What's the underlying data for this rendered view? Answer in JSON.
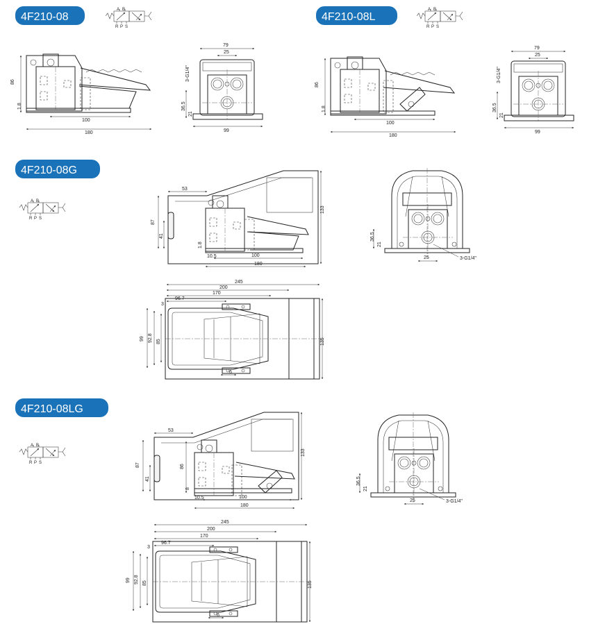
{
  "models": [
    {
      "title": "4F210-08"
    },
    {
      "title": "4F210-08L"
    },
    {
      "title": "4F210-08G"
    },
    {
      "title": "4F210-08LG"
    }
  ],
  "symbol": {
    "A": "A",
    "B": "B",
    "R": "R",
    "P": "P",
    "S": "S"
  },
  "dims": {
    "d79": "79",
    "d25": "25",
    "d99": "99",
    "d100": "100",
    "d180": "180",
    "d86": "86",
    "d87": "87",
    "d41": "41",
    "d53": "53",
    "d133": "133",
    "d36_5": "36.5",
    "d21": "21",
    "d1_8": "1.8",
    "d10_5": "10.5",
    "d8": "8",
    "port": "3-G1/4\"",
    "d245": "245",
    "d200": "200",
    "d170": "170",
    "d96_7": "96.7",
    "d3": "3",
    "d99b": "99",
    "d92_8": "92.8",
    "d85": "85",
    "d135": "135",
    "d6": "6"
  },
  "colors": {
    "accent": "#1a72b9",
    "line": "#222222"
  }
}
